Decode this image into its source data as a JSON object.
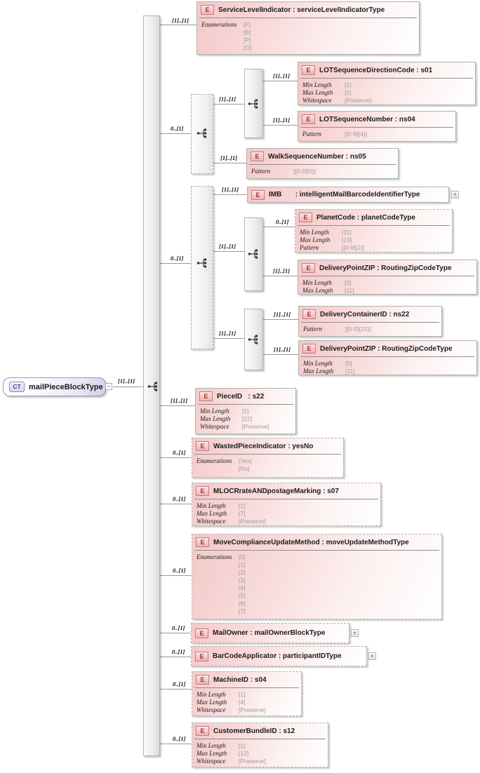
{
  "colors": {
    "element_fill": "#f4c8c8",
    "element_border": "#b2b2b2",
    "element_icon_border": "#c17f7d",
    "element_icon_text": "#a22f2f",
    "complex_type_border": "#8888c0",
    "complex_type_text": "#3f3f9a",
    "connector_line": "#9a9a9a",
    "facet_value_text": "#9c9c9c"
  },
  "badges": {
    "element": "E",
    "complex_type": "CT",
    "expand": "+",
    "collapse": "−"
  },
  "root": {
    "badge": "CT",
    "name": "mailPieceBlockType",
    "cardinality": "[1]..[1]"
  },
  "groups": [
    {
      "cardinality": "0..[1]"
    },
    {
      "cardinality": "[1]..[1]"
    },
    {
      "cardinality": "0..[1]"
    },
    {
      "cardinality": "[1]..[1]"
    },
    {
      "cardinality": "[1]..[1]"
    }
  ],
  "elements": [
    {
      "header": "ServiceLevelIndicator : serviceLevelIndicatorType",
      "cardinality": "[1]..[1]",
      "facets": [
        [
          "Enumerations",
          "[F]"
        ],
        [
          "",
          "[B]"
        ],
        [
          "",
          "[P]"
        ],
        [
          "",
          "[O]"
        ]
      ]
    },
    {
      "header": "LOTSequenceDirectionCode : s01",
      "cardinality": "[1]..[1]",
      "facets": [
        [
          "Min Length",
          "[1]"
        ],
        [
          "Max Length",
          "[1]"
        ],
        [
          "Whitespace",
          "[Preserve]"
        ]
      ]
    },
    {
      "header": "LOTSequenceNumber : ns04",
      "cardinality": "[1]..[1]",
      "facets": [
        [
          "Pattern",
          "[[0-9]{4}]"
        ]
      ]
    },
    {
      "header": "WalkSequenceNumber : ns05",
      "cardinality": "[1]..[1]",
      "facets": [
        [
          "Pattern",
          "[[0-9]{5}]"
        ]
      ]
    },
    {
      "header": "IMB       : intelligentMailBarcodeIdentifierType",
      "cardinality": "[1]..[1]"
    },
    {
      "header": "PlanetCode : planetCodeType",
      "cardinality": "0..[1]",
      "facets": [
        [
          "Min Length",
          "[11]"
        ],
        [
          "Max Length",
          "[13]"
        ],
        [
          "Pattern",
          "[[0-9]{2}]"
        ]
      ]
    },
    {
      "header": "DeliveryPointZIP : RoutingZipCodeType",
      "cardinality": "[1]..[1]",
      "facets": [
        [
          "Min Length",
          "[0]"
        ],
        [
          "Max Length",
          "[11]"
        ]
      ]
    },
    {
      "header": "DeliveryContainerID : ns22",
      "cardinality": "[1]..[1]",
      "facets": [
        [
          "Pattern",
          "[[0-9]{22}]"
        ]
      ]
    },
    {
      "header": "DeliveryPointZIP : RoutingZipCodeType",
      "cardinality": "[1]..[1]",
      "facets": [
        [
          "Min Length",
          "[0]"
        ],
        [
          "Max Length",
          "[11]"
        ]
      ]
    },
    {
      "header": "PieceID   : s22",
      "cardinality": "[1]..[1]",
      "facets": [
        [
          "Min Length",
          "[1]"
        ],
        [
          "Max Length",
          "[22]"
        ],
        [
          "Whitespace",
          "[Preserve]"
        ]
      ]
    },
    {
      "header": "WastedPieceIndicator : yesNo",
      "cardinality": "0..[1]",
      "facets": [
        [
          "Enumerations",
          "[Yes]"
        ],
        [
          "",
          "[No]"
        ]
      ]
    },
    {
      "header": "MLOCRrateANDpostageMarking : s07",
      "cardinality": "0..[1]",
      "facets": [
        [
          "Min Length",
          "[1]"
        ],
        [
          "Max Length",
          "[7]"
        ],
        [
          "Whitespace",
          "[Preserve]"
        ]
      ]
    },
    {
      "header": "MoveComplianceUpdateMethod : moveUpdateMethodType",
      "cardinality": "0..[1]",
      "facets": [
        [
          "Enumerations",
          "[0]"
        ],
        [
          "",
          "[1]"
        ],
        [
          "",
          "[2]"
        ],
        [
          "",
          "[3]"
        ],
        [
          "",
          "[4]"
        ],
        [
          "",
          "[5]"
        ],
        [
          "",
          "[6]"
        ],
        [
          "",
          "[7]"
        ]
      ]
    },
    {
      "header": "MailOwner : mailOwnerBlockType",
      "cardinality": "0..[1]"
    },
    {
      "header": "BarCodeApplicator : participantIDType",
      "cardinality": "0..[1]"
    },
    {
      "header": "MachineID : s04",
      "cardinality": "0..[1]",
      "facets": [
        [
          "Min Length",
          "[1]"
        ],
        [
          "Max Length",
          "[4]"
        ],
        [
          "Whitespace",
          "[Preserve]"
        ]
      ]
    },
    {
      "header": "CustomerBundleID : s12",
      "cardinality": "0..[1]",
      "facets": [
        [
          "Min Length",
          "[1]"
        ],
        [
          "Max Length",
          "[12]"
        ],
        [
          "Whitespace",
          "[Preserve]"
        ]
      ]
    }
  ]
}
